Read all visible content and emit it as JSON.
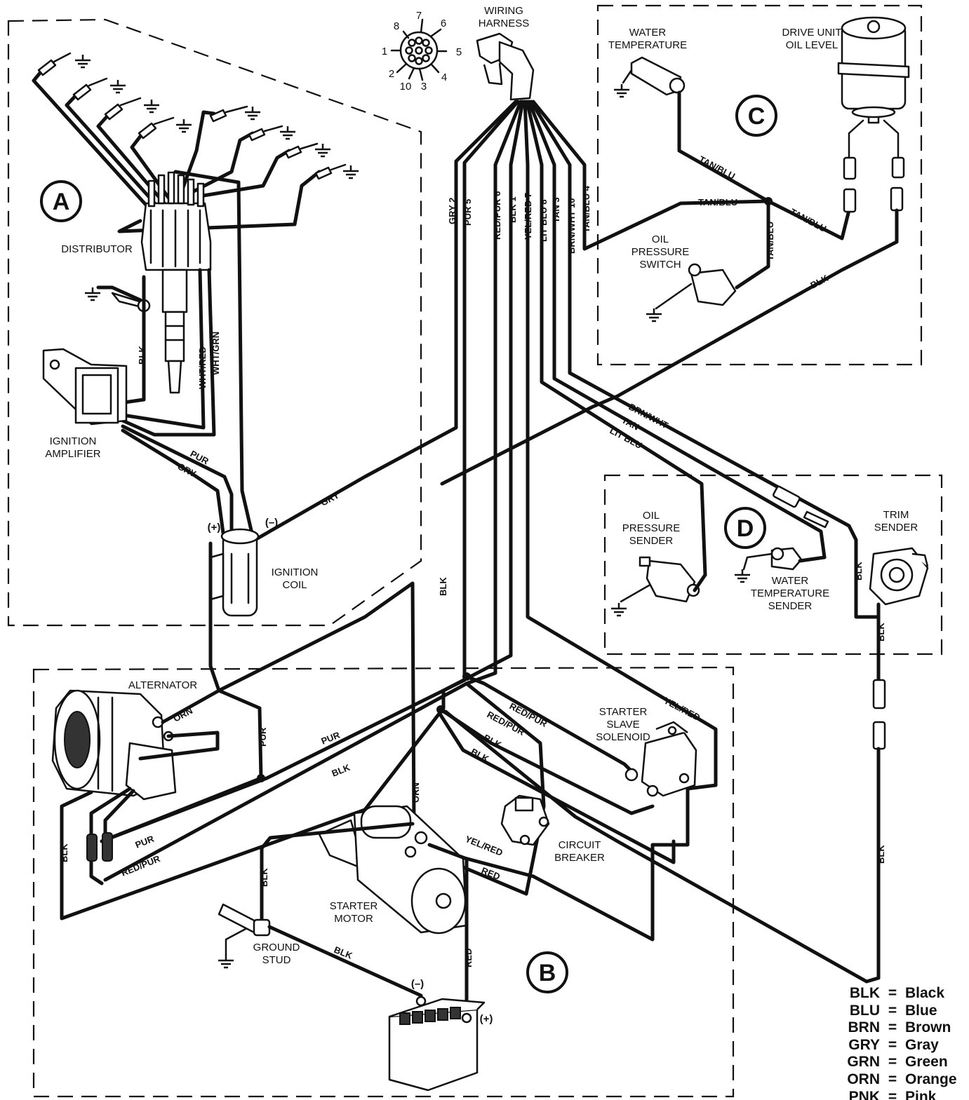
{
  "harness": {
    "title": [
      "WIRING",
      "HARNESS"
    ],
    "pins": [
      "1",
      "2",
      "3",
      "4",
      "5",
      "6",
      "7",
      "8",
      "10"
    ]
  },
  "sections": {
    "a": "A",
    "b": "B",
    "c": "C",
    "d": "D"
  },
  "components": {
    "distributor": "DISTRIBUTOR",
    "ignition_amplifier": [
      "IGNITION",
      "AMPLIFIER"
    ],
    "ignition_coil": [
      "IGNITION",
      "COIL"
    ],
    "coil_plus": "(+)",
    "coil_minus": "(–)",
    "water_temperature": [
      "WATER",
      "TEMPERATURE"
    ],
    "drive_unit_oil_level": [
      "DRIVE UNIT",
      "OIL LEVEL"
    ],
    "oil_pressure_switch": [
      "OIL",
      "PRESSURE",
      "SWITCH"
    ],
    "oil_pressure_sender": [
      "OIL",
      "PRESSURE",
      "SENDER"
    ],
    "water_temperature_sender": [
      "WATER",
      "TEMPERATURE",
      "SENDER"
    ],
    "trim_sender": [
      "TRIM",
      "SENDER"
    ],
    "alternator": "ALTERNATOR",
    "starter_slave_solenoid": [
      "STARTER",
      "SLAVE",
      "SOLENOID"
    ],
    "circuit_breaker": [
      "CIRCUIT",
      "BREAKER"
    ],
    "starter_motor": [
      "STARTER",
      "MOTOR"
    ],
    "ground_stud": [
      "GROUND",
      "STUD"
    ],
    "battery_minus": "(–)",
    "battery_plus": "(+)"
  },
  "wire_labels": {
    "gry2": "GRY 2",
    "pur5": "PUR 5",
    "redpur6": "RED/PUR 6",
    "blk1": "BLK 1",
    "yelred7": "YEL/RED 7",
    "litblu8": "LIT BLU 8",
    "tan3": "TAN 3",
    "brnwht10": "BRN/WHT 10",
    "tanblu4": "TAN/BLU 4",
    "blk": "BLK",
    "whtred": "WHT/RED",
    "whtgrn": "WHT/GRN",
    "pur": "PUR",
    "gry": "GRY",
    "tanblu": "TAN/BLU",
    "brnwht": "BRN/WHT",
    "tan": "TAN",
    "litblu": "LIT BLU",
    "orn": "ORN",
    "redpur": "RED/PUR",
    "yelred": "YEL/RED",
    "red": "RED"
  },
  "legend": [
    {
      "code": "BLK",
      "eq": "=",
      "name": "Black"
    },
    {
      "code": "BLU",
      "eq": "=",
      "name": "Blue"
    },
    {
      "code": "BRN",
      "eq": "=",
      "name": "Brown"
    },
    {
      "code": "GRY",
      "eq": "=",
      "name": "Gray"
    },
    {
      "code": "GRN",
      "eq": "=",
      "name": "Green"
    },
    {
      "code": "ORN",
      "eq": "=",
      "name": "Orange"
    },
    {
      "code": "PNK",
      "eq": "=",
      "name": "Pink"
    }
  ]
}
